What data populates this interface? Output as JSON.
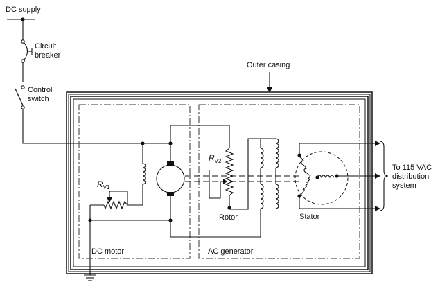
{
  "labels": {
    "dc_supply": "DC supply",
    "circuit_breaker_line1": "Circuit",
    "circuit_breaker_line2": "breaker",
    "control_switch_line1": "Control",
    "control_switch_line2": "switch",
    "outer_casing": "Outer casing",
    "rv1_main": "R",
    "rv1_sub": "V1",
    "rv2_main": "R",
    "rv2_sub": "V2",
    "rotor": "Rotor",
    "stator": "Stator",
    "output_line1": "To 115 VAC",
    "output_line2": "distribution",
    "output_line3": "system",
    "dc_motor": "DC motor",
    "ac_generator": "AC generator"
  },
  "colors": {
    "line": "#111111",
    "background": "#ffffff"
  }
}
